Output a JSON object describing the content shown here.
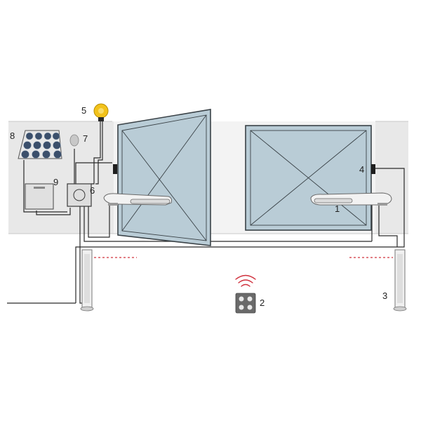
{
  "labels": {
    "motor_arm": "1",
    "remote": "2",
    "photocell_column": "3",
    "photocell": "4",
    "flashing_light": "5",
    "control_box": "6",
    "antenna": "7",
    "solar_panel": "8",
    "battery": "9"
  },
  "colors": {
    "wall": "#e8e8e8",
    "wall_line": "#c9c9c9",
    "gate_fill": "#b9ccd6",
    "gate_stroke": "#3a4247",
    "wire": "#2a2a2a",
    "lamp": "#f2c21b",
    "beam": "#d0303c",
    "solar": "#3b4f6b",
    "remote": "#6a6a6a"
  }
}
